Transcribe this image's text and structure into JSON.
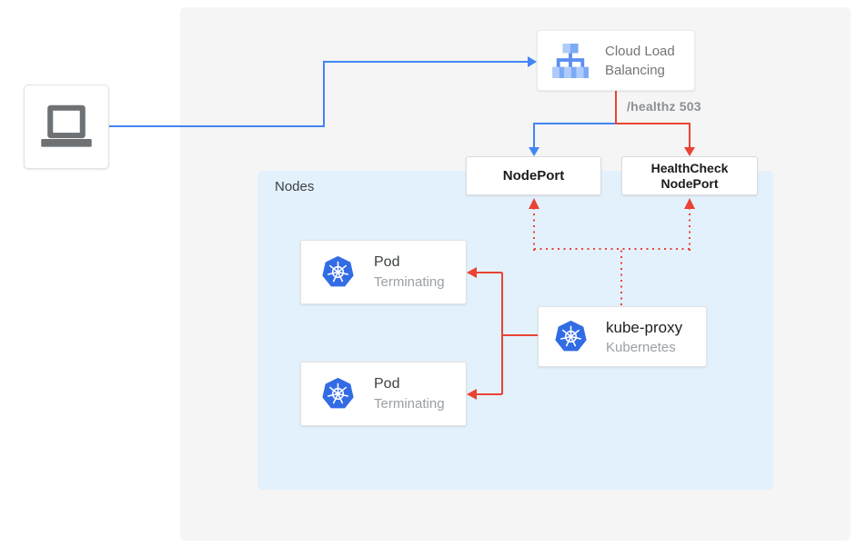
{
  "colors": {
    "blue": "#4285f4",
    "red": "#ea4335",
    "panel-bg": "#f5f5f6",
    "nodes-bg": "#e3f1fc",
    "box-border": "#e2e2e2",
    "text-dark": "#202124",
    "text-gray": "#757575",
    "text-light-gray": "#9aa0a6",
    "annotation-gray": "#8d9093",
    "icon-gray": "#6e7275",
    "k8s-blue": "#326ce5",
    "clb-light": "#aecbfa",
    "clb-mid": "#7baaf7",
    "clb-stem": "#5c8ef0"
  },
  "nodes_group": {
    "label": "Nodes"
  },
  "load_balancer": {
    "label": "Cloud Load Balancing"
  },
  "health_annotation": "/healthz 503",
  "node_port": {
    "label": "NodePort"
  },
  "health_check_node_port": {
    "line1": "HealthCheck",
    "line2": "NodePort"
  },
  "pods": [
    {
      "title": "Pod",
      "status": "Terminating"
    },
    {
      "title": "Pod",
      "status": "Terminating"
    }
  ],
  "kube_proxy": {
    "title": "kube-proxy",
    "subtitle": "Kubernetes"
  }
}
